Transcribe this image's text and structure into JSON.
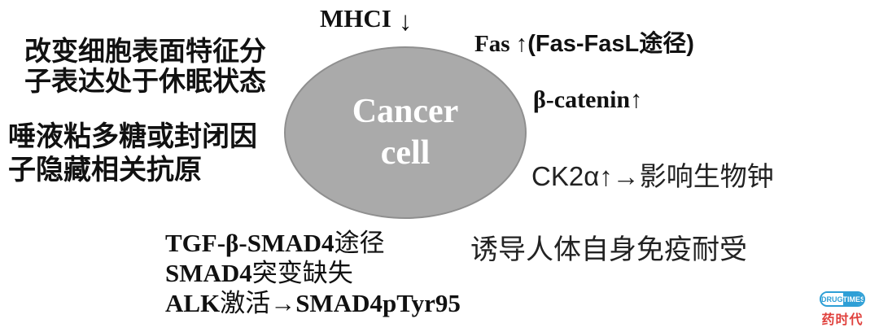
{
  "diagram": {
    "cell": {
      "line1": "Cancer",
      "line2": "cell",
      "fill_color": "#aaaaaa",
      "border_color": "#8f8f8f",
      "text_color": "#ffffff"
    },
    "labels": {
      "mhci": "MHCI",
      "mhci_arrow": "↓",
      "surface": [
        "改变细胞表面特征分",
        "子表达处于休眠状态"
      ],
      "mucin": [
        "唾液粘多糖或封闭因",
        "子隐藏相关抗原"
      ],
      "fas_en": "Fas ↑",
      "fas_pathway": "(Fas-FasL途径)",
      "beta_catenin": "β-catenin↑",
      "ck2a": "CK2α↑→影响生物钟",
      "tgf_line1_en": "TGF-β-SMAD4",
      "tgf_line1_cn": "途径",
      "tgf_line2_en": "SMAD4",
      "tgf_line2_cn": "突变缺失",
      "tgf_line3_en1": "ALK",
      "tgf_line3_cn": "激活→",
      "tgf_line3_en2": "SMAD4pTyr95",
      "tolerance": "诱导人体自身免疫耐受"
    }
  },
  "watermark": {
    "drug": "DRUG",
    "times": "TIMES",
    "brand_cn": "药时代",
    "blue_color": "#2e9fd6",
    "red_color": "#e0413d"
  }
}
